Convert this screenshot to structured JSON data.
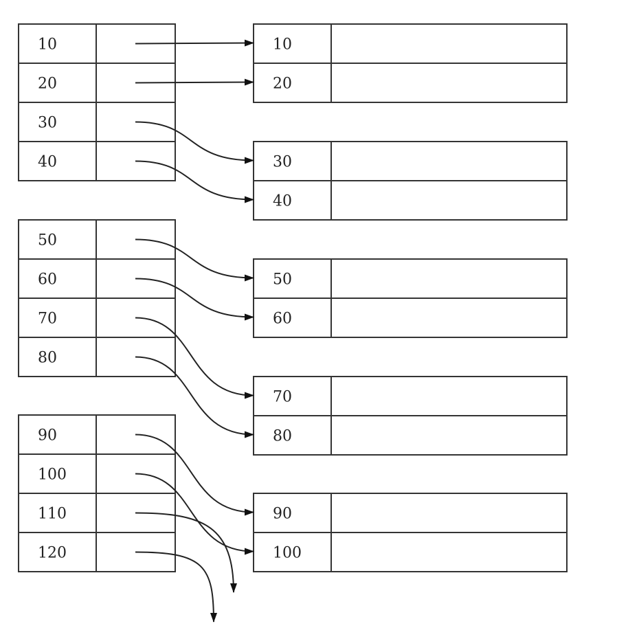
{
  "index_blocks": [
    [
      "10",
      "20",
      "30",
      "40"
    ],
    [
      "50",
      "60",
      "70",
      "80"
    ],
    [
      "90",
      "100",
      "110",
      "120"
    ]
  ],
  "data_blocks": [
    [
      "10",
      "20"
    ],
    [
      "30",
      "40"
    ],
    [
      "50",
      "60"
    ],
    [
      "70",
      "80"
    ],
    [
      "90",
      "100"
    ]
  ],
  "colors": {
    "line": "#333333",
    "text": "#222222"
  }
}
